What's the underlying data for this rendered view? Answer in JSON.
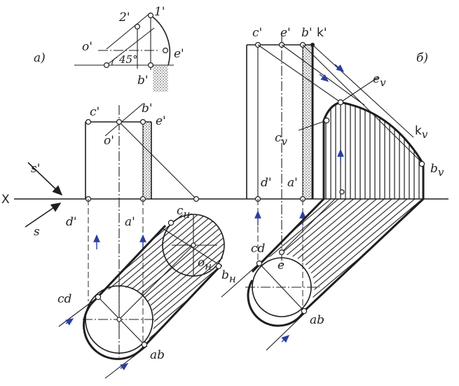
{
  "panel_a": {
    "label": "а)",
    "top_labels": {
      "two": "2'",
      "one": "1'",
      "o": "o'",
      "e": "e'",
      "b": "b'",
      "angle": "45°"
    },
    "front_labels": {
      "c": "c'",
      "o": "o'",
      "b": "b'",
      "e": "e'",
      "d": "d'",
      "a": "a'"
    },
    "bottom_labels": {
      "cd": "cd",
      "ab": "ab",
      "c_h": "c",
      "c_h_sub": "н",
      "o_h": "o",
      "o_h_sub": "н",
      "b_h": "b",
      "b_h_sub": "н"
    },
    "rays": {
      "s_prime": "s'",
      "s": "s"
    }
  },
  "panel_b": {
    "label": "б)",
    "front_labels": {
      "c": "c'",
      "e": "e'",
      "b": "b'",
      "k": "k'",
      "d": "d'",
      "a": "a'"
    },
    "shadow_labels": {
      "e_v": "e",
      "e_v_sub": "v",
      "c_v": "c",
      "c_v_sub": "v",
      "k_v": "k",
      "k_v_sub": "v",
      "b_v": "b",
      "b_v_sub": "v"
    },
    "bottom_labels": {
      "cd": "cd",
      "e": "e",
      "ab": "ab"
    }
  },
  "axis": {
    "x": "X"
  },
  "colors": {
    "ink": "#1e1e1e",
    "blue_arrow": "#2a3f9e"
  }
}
